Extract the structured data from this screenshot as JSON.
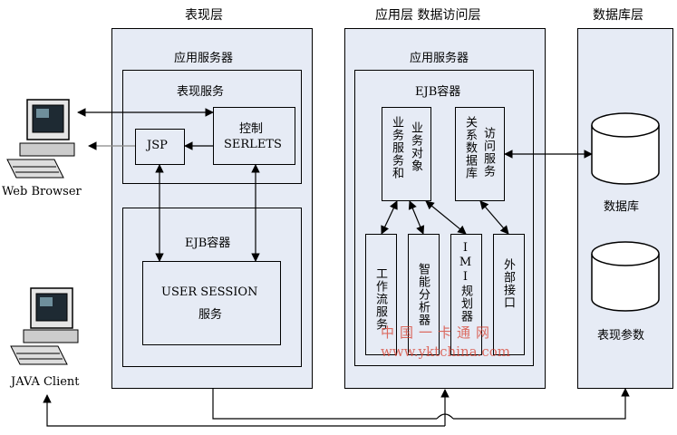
{
  "layers": {
    "presentation_title": "表现层",
    "app_data_title": "应用层  数据访问层",
    "database_title": "数据库层"
  },
  "presentation_server": {
    "title": "应用服务器",
    "service_box_title": "表现服务",
    "jsp": "JSP",
    "control_line1": "控制",
    "control_line2": "SERLETS",
    "ejb_title": "EJB容器",
    "user_session_line1": "USER SESSION",
    "user_session_line2": "服务"
  },
  "app_server": {
    "title": "应用服务器",
    "ejb_title": "EJB容器",
    "biz_col1": "业务服务和",
    "biz_col2": "业务对象",
    "rel_col1": "关系数据库",
    "rel_col2": "访问服务",
    "workflow": "工作流服务",
    "analysis": "智能分析器",
    "imi": "IMI规划器",
    "external": "外部接口"
  },
  "database": {
    "db_label": "数据库",
    "params_label": "表现参数"
  },
  "clients": {
    "web_browser": "Web Browser",
    "java_client": "JAVA Client"
  },
  "watermark": {
    "line1": "中国一卡通网",
    "line2": "www.yktchina.com"
  }
}
